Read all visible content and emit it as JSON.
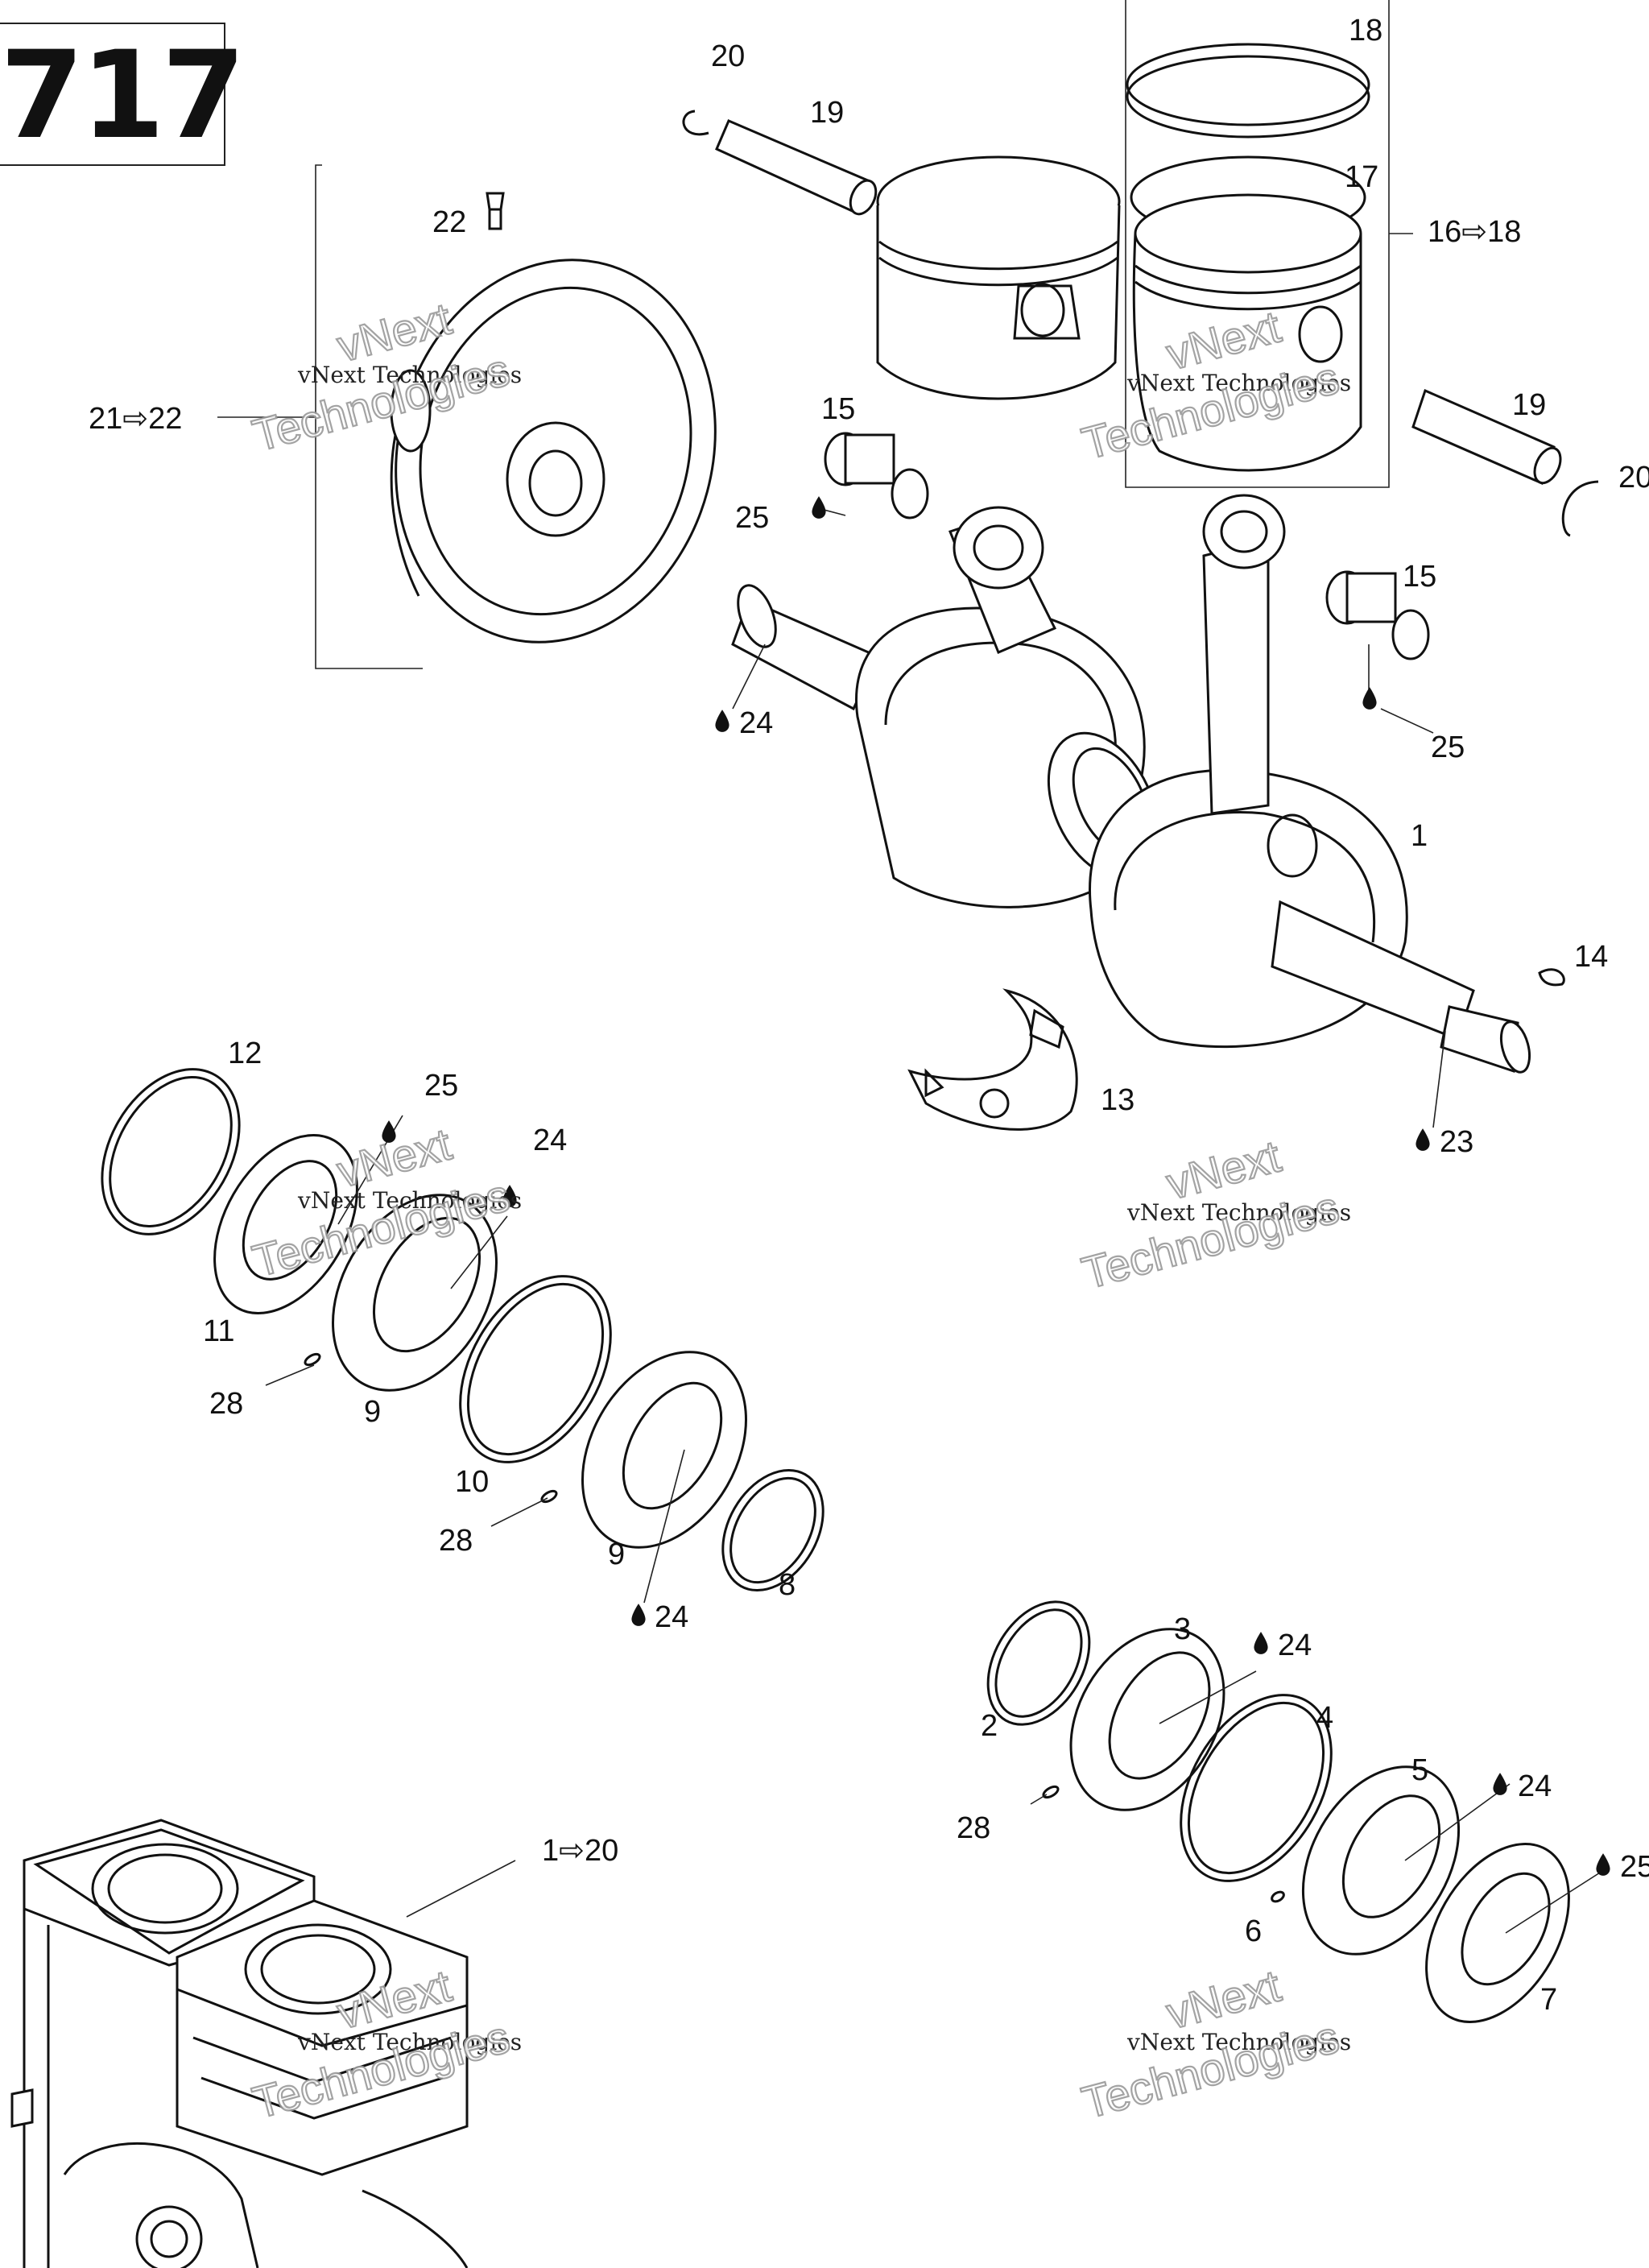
{
  "title": "717",
  "watermark": {
    "line1": "vNext Technologies",
    "line2": "Technologies",
    "line3": "vNext"
  },
  "labels": {
    "l1": "1",
    "l2": "2",
    "l3": "3",
    "l4": "4",
    "l5": "5",
    "l6": "6",
    "l7": "7",
    "l8": "8",
    "l9a": "9",
    "l9b": "9",
    "l10": "10",
    "l11": "11",
    "l12": "12",
    "l13": "13",
    "l14": "14",
    "l15a": "15",
    "l15b": "15",
    "l16_18": "16⇨18",
    "l17": "17",
    "l18": "18",
    "l19a": "19",
    "l19b": "19",
    "l20a": "20",
    "l20b": "20",
    "l21_22": "21⇨22",
    "l22": "22",
    "l23": "23",
    "l24a": "24",
    "l24b": "24",
    "l24c": "24",
    "l24d": "24",
    "l24e": "24",
    "l25a": "25",
    "l25b": "25",
    "l25c": "25",
    "l25d": "25",
    "l28a": "28",
    "l28b": "28",
    "l28c": "28",
    "l1_20": "1⇨20"
  },
  "icons": {
    "drop": "oil-drop-icon"
  }
}
